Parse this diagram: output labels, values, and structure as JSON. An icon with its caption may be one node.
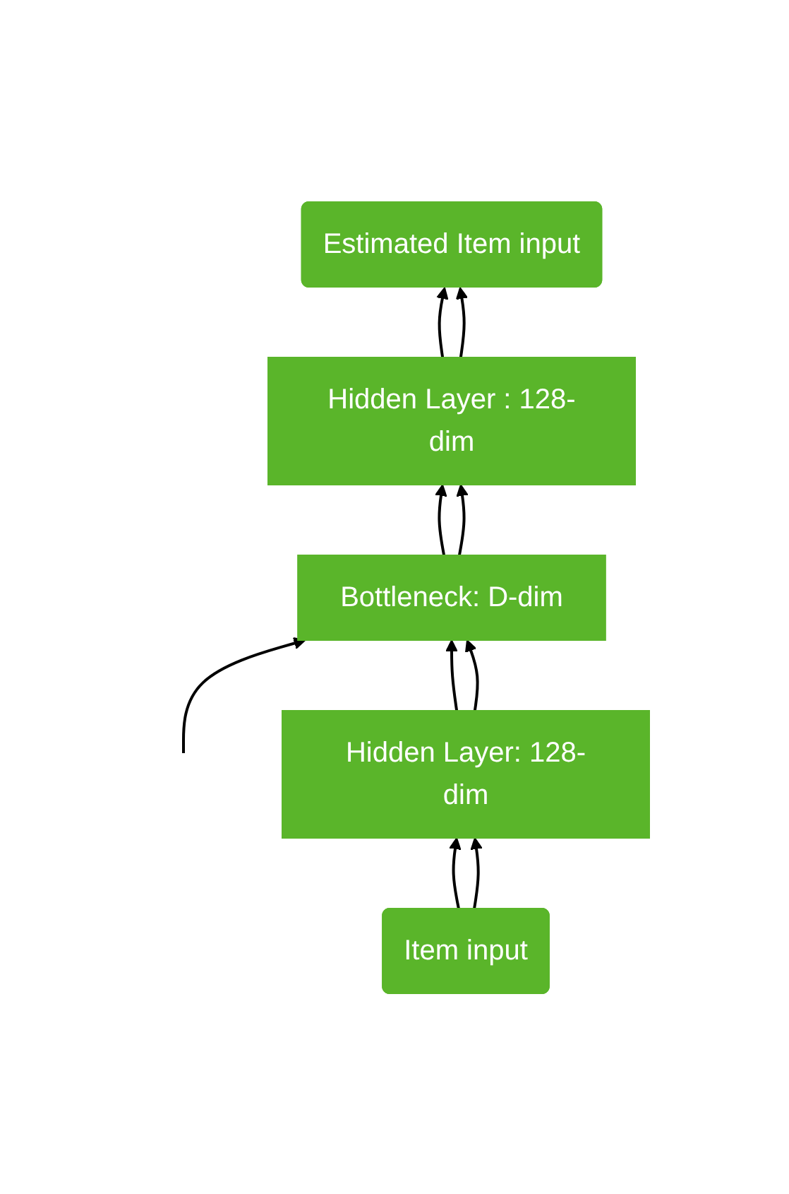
{
  "diagram": {
    "nodes": [
      {
        "text": [
          "Estimated Item input"
        ]
      },
      {
        "text": [
          "Hidden Layer : 128-dim"
        ]
      },
      {
        "text": [
          "Bottleneck: D-dim"
        ]
      },
      {
        "text": [
          "Hidden Layer: 128-dim"
        ]
      },
      {
        "text": [
          "Item input"
        ]
      }
    ],
    "edges": [
      {
        "from": 1,
        "to": 0,
        "arrow": "to"
      },
      {
        "from": 1,
        "to": 0,
        "arrow": "to"
      },
      {
        "from": 2,
        "to": 1,
        "arrow": "to"
      },
      {
        "from": 2,
        "to": 1,
        "arrow": "to"
      },
      {
        "from": null,
        "to": 2,
        "arrow": "to"
      },
      {
        "from": 3,
        "to": 2,
        "arrow": "to"
      },
      {
        "from": 3,
        "to": 2,
        "arrow": "to"
      },
      {
        "from": 4,
        "to": 3,
        "arrow": "to"
      },
      {
        "from": 4,
        "to": 3,
        "arrow": "to"
      }
    ]
  }
}
